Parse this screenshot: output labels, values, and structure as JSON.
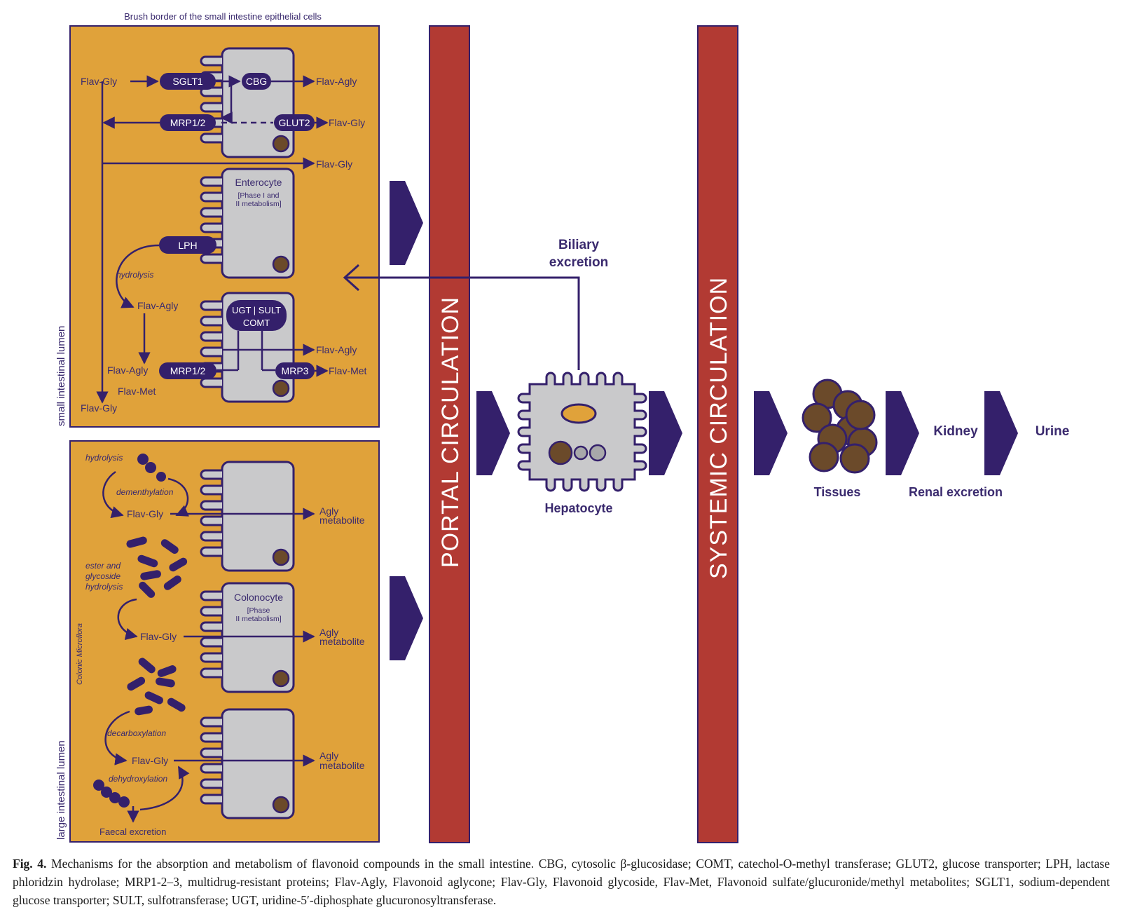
{
  "figure": {
    "brush_border_label": "Brush border of the small intestine epithelial cells",
    "small_lumen_label": "small intestinal lumen",
    "large_lumen_label": "large intestinal lumen",
    "colonic_microflora_label": "Colonic Microflora",
    "small_intestine": {
      "flav_gly_in": "Flav-Gly",
      "sglt1": "SGLT1",
      "cbg": "CBG",
      "flav_agly_out1": "Flav-Agly",
      "mrp12_top": "MRP1/2",
      "glut2": "GLUT2",
      "flav_gly_out1": "Flav-Gly",
      "flav_gly_out2": "Flav-Gly",
      "enterocyte_title": "Enterocyte",
      "enterocyte_sub1": "[Phase I and",
      "enterocyte_sub2": "II metabolism]",
      "lph": "LPH",
      "hydrolysis": "hydrolysis",
      "flav_agly_mid": "Flav-Agly",
      "ugt_sult": "UGT | SULT",
      "comt": "COMT",
      "flav_agly_out2": "Flav-Agly",
      "flav_agly_left": "Flav-Agly",
      "mrp12_bottom": "MRP1/2",
      "mrp3": "MRP3",
      "flav_met_out": "Flav-Met",
      "flav_met_left": "Flav-Met",
      "flav_gly_bottom": "Flav-Gly"
    },
    "large_intestine": {
      "hydrolysis": "hydrolysis",
      "demethylation": "dementhylation",
      "flav_gly_1": "Flav-Gly",
      "agly_1": "Agly",
      "metabolite_1": "metabolite",
      "ester_1": "ester and",
      "ester_2": "glycoside",
      "ester_3": "hydrolysis",
      "colonocyte_title": "Colonocyte",
      "colonocyte_sub1": "[Phase",
      "colonocyte_sub2": "II metabolism]",
      "flav_gly_2": "Flav-Gly",
      "agly_2": "Agly",
      "metabolite_2": "metabolite",
      "decarboxylation": "decarboxylation",
      "flav_gly_3": "Flav-Gly",
      "agly_3": "Agly",
      "metabolite_3": "metabolite",
      "dehydroxylation": "dehydroxylation",
      "faecal": "Faecal excretion"
    },
    "portal": "PORTAL CIRCULATION",
    "systemic": "SYSTEMIC CIRCULATION",
    "biliary_1": "Biliary",
    "biliary_2": "excretion",
    "hepatocyte": "Hepatocyte",
    "tissues": "Tissues",
    "kidney": "Kidney",
    "urine": "Urine",
    "renal": "Renal excretion"
  },
  "caption": {
    "label": "Fig. 4.",
    "text": "Mechanisms for the absorption and metabolism of flavonoid compounds in the small intestine. CBG, cytosolic β-glucosidase; COMT, catechol-O-methyl transferase; GLUT2, glucose transporter; LPH, lactase phloridzin hydrolase; MRP1-2–3, multidrug-resistant proteins; Flav-Agly, Flavonoid aglycone; Flav-Gly, Flavonoid glycoside, Flav-Met, Flavonoid sulfate/glucuronide/methyl metabolites; SGLT1, sodium-dependent glucose transporter; SULT, sulfotransferase; UGT, uridine-5′-diphosphate glucuronosyltransferase."
  },
  "colors": {
    "panel": "#e0a23a",
    "purple": "#34206b",
    "bar_red": "#b23a33",
    "cell_grey": "#c9c9cb",
    "nucleus": "#6b4a2a"
  }
}
